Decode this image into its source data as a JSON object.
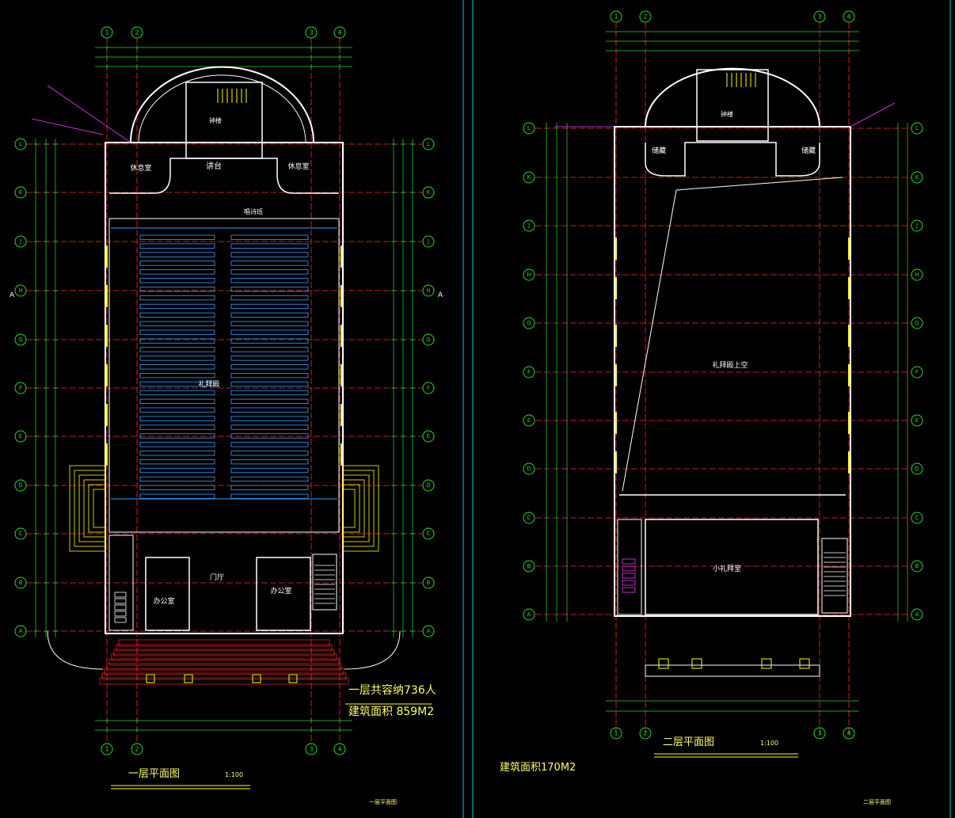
{
  "colors": {
    "background": "#000000",
    "axis": "#ff2a2a",
    "dimension": "#22dd22",
    "wall": "#ffffff",
    "seat": "#3aa0ff",
    "window": "#ffff00",
    "annotation": "#ff33ff",
    "text": "#ffffff",
    "title": "#ffff66",
    "frame": "#00cccc"
  },
  "sheet1": {
    "title": "一层平面图",
    "scale": "1:100",
    "capacity_note": "一层共容纳736人",
    "area_note": "建筑面积 859M2",
    "footer_note": "一层平面图",
    "col_labels": [
      "1",
      "2",
      "3",
      "4"
    ],
    "row_labels": [
      "A",
      "B",
      "C",
      "D",
      "E",
      "F",
      "G",
      "H",
      "J",
      "K",
      "L"
    ],
    "section_mark": "A",
    "rooms": {
      "hall": "礼拜殿",
      "altar": "讲台",
      "rest_left": "休息室",
      "rest_right": "休息室",
      "choir": "唱诗班",
      "stair_top": "钟楼",
      "lobby": "门厅",
      "office_left": "办公室",
      "office_right": "办公室"
    }
  },
  "sheet2": {
    "title": "二层平面图",
    "scale": "1:100",
    "area_note": "建筑面积170M2",
    "footer_note": "二层平面图",
    "col_labels": [
      "1",
      "2",
      "3",
      "4"
    ],
    "row_labels": [
      "A",
      "B",
      "C",
      "D",
      "E",
      "F",
      "G",
      "H",
      "J",
      "K",
      "L"
    ],
    "rooms": {
      "void": "礼拜殿上空",
      "small_hall": "小礼拜堂",
      "store_left": "储藏",
      "store_right": "储藏",
      "stair_top": "钟楼"
    }
  }
}
